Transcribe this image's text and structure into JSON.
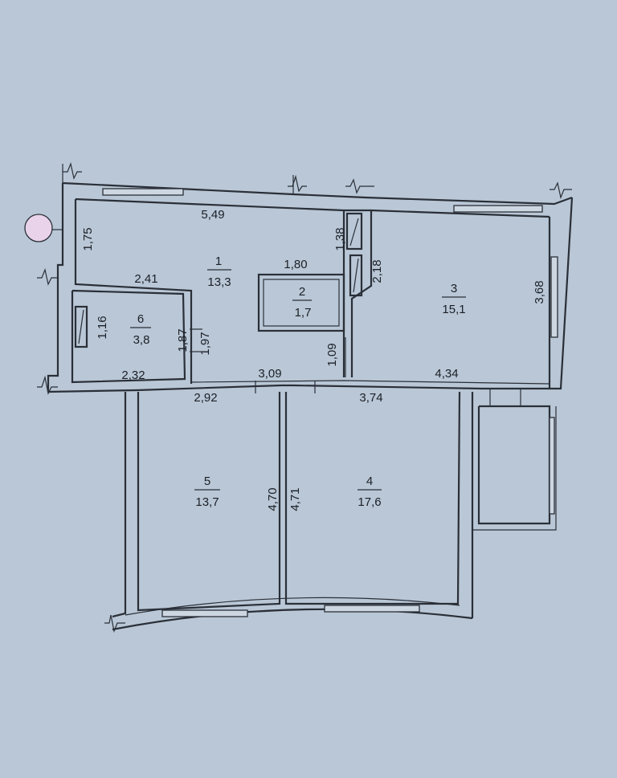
{
  "sheet": {
    "paper_color": "#b9c7d6",
    "ink_color": "#2a2f38"
  },
  "rooms": [
    {
      "number": "1",
      "area": "13,3"
    },
    {
      "number": "2",
      "area": "1,7"
    },
    {
      "number": "3",
      "area": "15,1"
    },
    {
      "number": "4",
      "area": "17,6"
    },
    {
      "number": "5",
      "area": "13,7"
    },
    {
      "number": "6",
      "area": "3,8"
    }
  ],
  "dimensions": {
    "room1_top": "5,49",
    "room1_left": "1,75",
    "room1_right": "1,38",
    "room1_bottom_left": "2,41",
    "room2_top": "1,80",
    "room3_left": "2,18",
    "room3_right": "3,68",
    "room3_bottom": "4,34",
    "room6_left": "1,16",
    "room6_right_a": "1,87",
    "room6_right_b": "1,97",
    "room6_bottom": "2,32",
    "hall_bottom": "3,09",
    "hall_right": "1,09",
    "room5_top": "2,92",
    "room5_right": "4,70",
    "room4_top": "3,74",
    "room4_left": "4,71"
  }
}
